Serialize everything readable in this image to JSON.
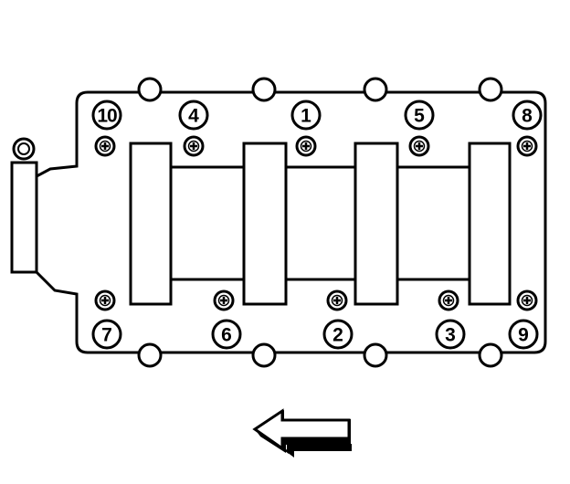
{
  "diagram": {
    "colors": {
      "line": "#000000",
      "fill": "#ffffff"
    },
    "bolts": [
      {
        "id": "bolt-top-1",
        "label": "10"
      },
      {
        "id": "bolt-top-2",
        "label": "4"
      },
      {
        "id": "bolt-top-3",
        "label": "1"
      },
      {
        "id": "bolt-top-4",
        "label": "5"
      },
      {
        "id": "bolt-top-5",
        "label": "8"
      },
      {
        "id": "bolt-bottom-1",
        "label": "7"
      },
      {
        "id": "bolt-bottom-2",
        "label": "6"
      },
      {
        "id": "bolt-bottom-3",
        "label": "2"
      },
      {
        "id": "bolt-bottom-4",
        "label": "3"
      },
      {
        "id": "bolt-bottom-5",
        "label": "9"
      }
    ],
    "arrow": {
      "direction": "left"
    }
  }
}
